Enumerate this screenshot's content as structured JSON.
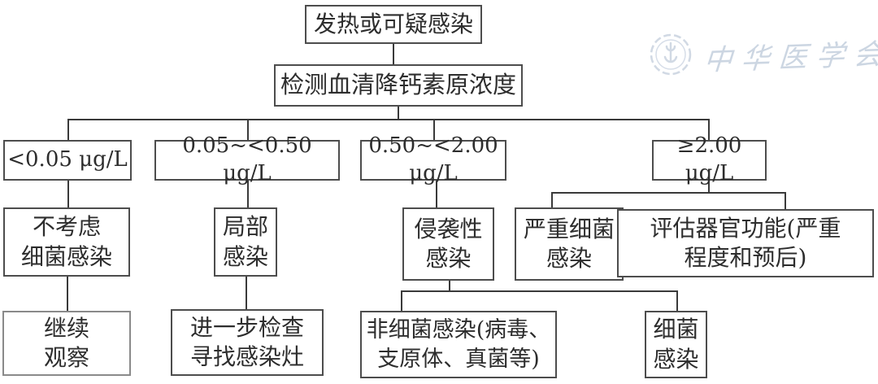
{
  "colors": {
    "background": "#ffffff",
    "box_border": "#4d4d4d",
    "connector_line": "#3a3a3a",
    "text": "#2d2d2d",
    "watermark": "#c4cfde"
  },
  "watermark": {
    "icon": "cma-seal-icon",
    "text": "中华医学会"
  },
  "flowchart": {
    "nodes": {
      "root": "发热或可疑感染",
      "test": "检测血清降钙素原浓度",
      "range1": "<0.05 μg/L",
      "range2": "0.05~<0.50 μg/L",
      "range3": "0.50~<2.00 μg/L",
      "range4": "≥2.00 μg/L",
      "no_bacterial": "不考虑\n细菌感染",
      "local": "局部\n感染",
      "invasive": "侵袭性\n感染",
      "severe_bacterial": "严重细菌\n感染",
      "assess_organ": "评估器官功能(严重\n程度和预后)",
      "observe": "继续\n观察",
      "further_exam": "进一步检查\n寻找感染灶",
      "non_bacterial": "非细菌感染(病毒、\n支原体、真菌等)",
      "bacterial": "细菌\n感染"
    }
  }
}
